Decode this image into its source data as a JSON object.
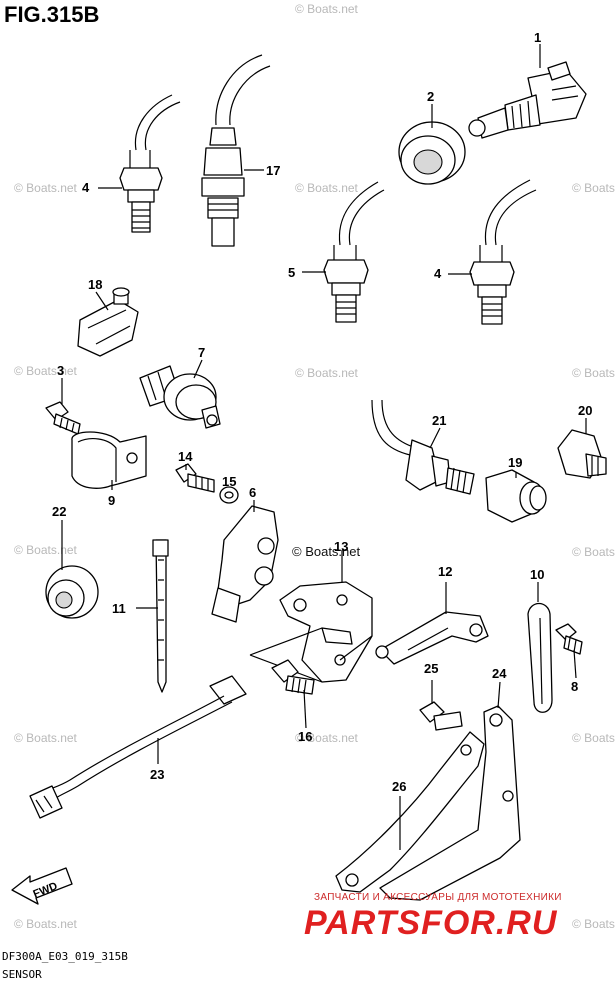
{
  "figure": {
    "title": "FIG.315B",
    "code": "DF300A_E03_019_315B",
    "name": "SENSOR"
  },
  "watermark": "© Boats.net",
  "badge": {
    "ru_text": "ЗАПЧАСТИ И АКСЕССУАРЫ ДЛЯ МОТОТЕХНИКИ",
    "brand": "PARTSFOR.RU"
  },
  "fwd_label": "FWD",
  "callouts": {
    "c1": "1",
    "c2": "2",
    "c3": "3",
    "c4a": "4",
    "c4b": "4",
    "c5": "5",
    "c6": "6",
    "c7": "7",
    "c8": "8",
    "c9": "9",
    "c10": "10",
    "c11": "11",
    "c12": "12",
    "c13": "13",
    "c14": "14",
    "c15": "15",
    "c16": "16",
    "c17": "17",
    "c18": "18",
    "c19": "19",
    "c20": "20",
    "c21": "21",
    "c22": "22",
    "c23": "23",
    "c24": "24",
    "c25": "25",
    "c26": "26"
  }
}
